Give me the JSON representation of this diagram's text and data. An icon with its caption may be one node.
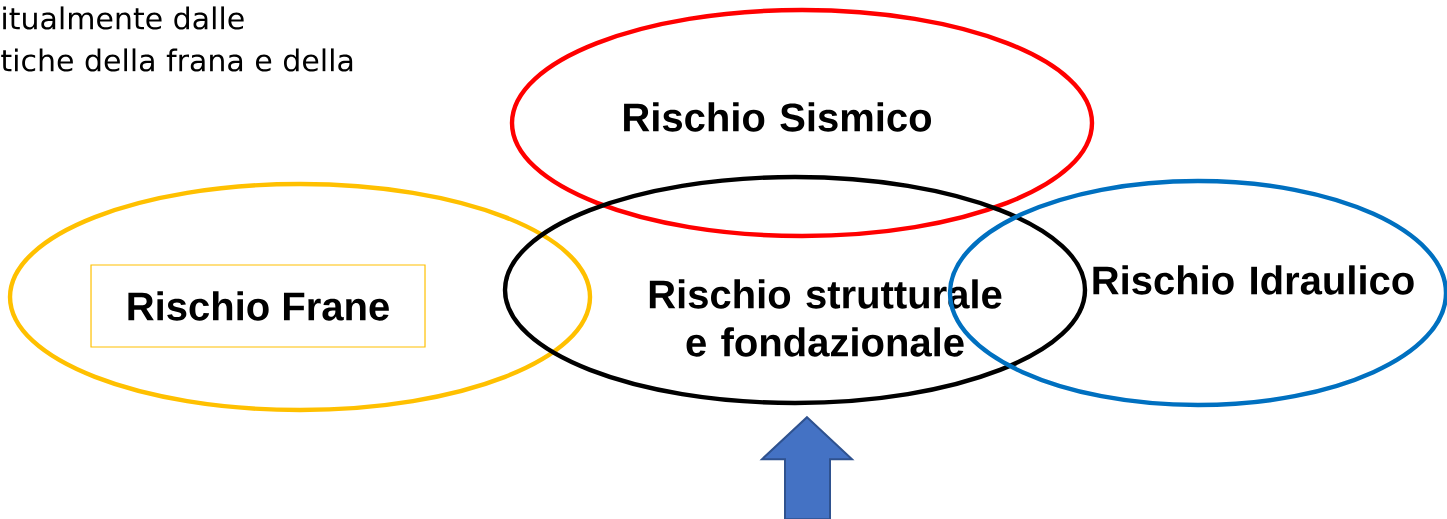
{
  "diagram": {
    "nodes": [
      {
        "text": [
          "Rischio Sismico"
        ]
      },
      {
        "text": [],
        "shape": "ellipse"
      },
      {
        "text": [
          "Rischio Frane"
        ],
        "in": 1
      },
      {
        "text": [
          "Rischio strutturale e fondazionale"
        ]
      },
      {
        "text": [
          "Rischio Idraulico"
        ]
      }
    ],
    "edges": [
      {
        "from": null,
        "to": 3,
        "arrow": "to"
      }
    ],
    "labels": [
      "itualmente dalle",
      "tiche della frana e della"
    ]
  }
}
